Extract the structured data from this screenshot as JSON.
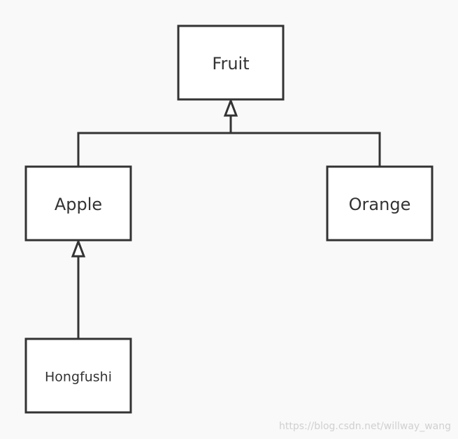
{
  "nodes": {
    "fruit": {
      "label": "Fruit"
    },
    "apple": {
      "label": "Apple"
    },
    "orange": {
      "label": "Orange"
    },
    "hongfushi": {
      "label": "Hongfushi"
    }
  },
  "edges": [
    {
      "from": "apple",
      "to": "fruit",
      "type": "inheritance"
    },
    {
      "from": "orange",
      "to": "fruit",
      "type": "inheritance"
    },
    {
      "from": "hongfushi",
      "to": "apple",
      "type": "inheritance"
    }
  ],
  "watermark": "https://blog.csdn.net/willway_wang"
}
